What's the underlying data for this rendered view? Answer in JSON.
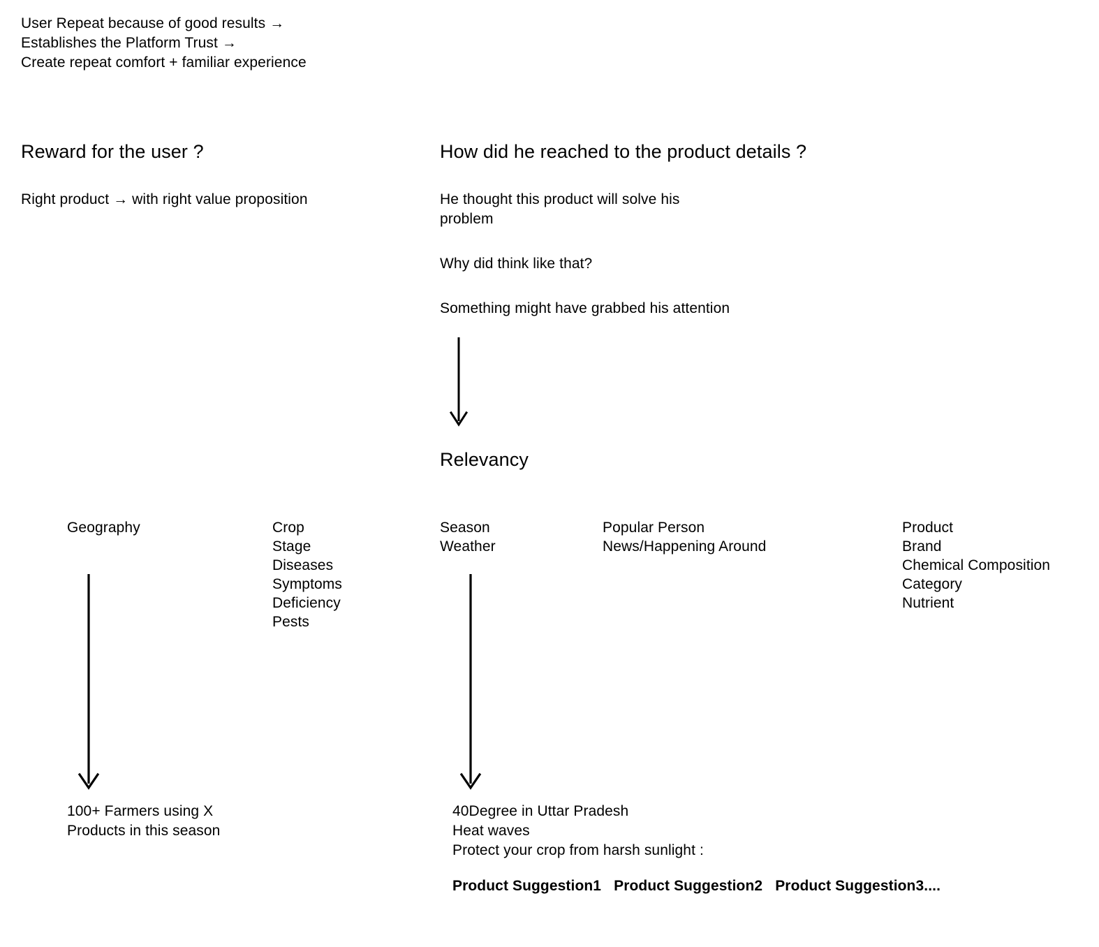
{
  "intro": {
    "lines": "User Repeat because of good results →\nEstablishes the Platform Trust →\nCreate repeat comfort + familiar experience"
  },
  "left_column": {
    "heading": "Reward for the user ?",
    "body": "Right product → with right value proposition"
  },
  "right_column": {
    "heading": "How did he reached to the product details ?",
    "paragraph_1": "He thought this product will solve his\nproblem",
    "paragraph_2": "Why did think like that?",
    "paragraph_3": "Something might have grabbed his attention",
    "arrow_label": "down-arrow-to-relevancy",
    "relevancy_heading": "Relevancy"
  },
  "relevancy_columns": [
    {
      "name": "geography",
      "items": [
        "Geography"
      ]
    },
    {
      "name": "crop",
      "items": [
        "Crop",
        "Stage",
        "Diseases",
        "Symptoms",
        "Deficiency",
        "Pests"
      ]
    },
    {
      "name": "season",
      "items": [
        "Season",
        "Weather"
      ]
    },
    {
      "name": "popular-person",
      "items": [
        "Popular Person",
        "News/Happening Around"
      ]
    },
    {
      "name": "product",
      "items": [
        "Product",
        "Brand",
        "Chemical Composition",
        "Category",
        "Nutrient"
      ]
    }
  ],
  "outcomes": {
    "geography": {
      "line_1": "100+ Farmers using X",
      "line_2": "Products in this season"
    },
    "season": {
      "line_1": "40Degree in Uttar Pradesh",
      "line_2": "Heat waves",
      "line_3": "Protect your crop from harsh sunlight :",
      "suggestion_1": "Product Suggestion1",
      "suggestion_2": "Product Suggestion2",
      "suggestion_3": "Product Suggestion3...."
    }
  },
  "colors": {
    "background": "#ffffff",
    "text": "#000000",
    "stroke": "#000000"
  }
}
